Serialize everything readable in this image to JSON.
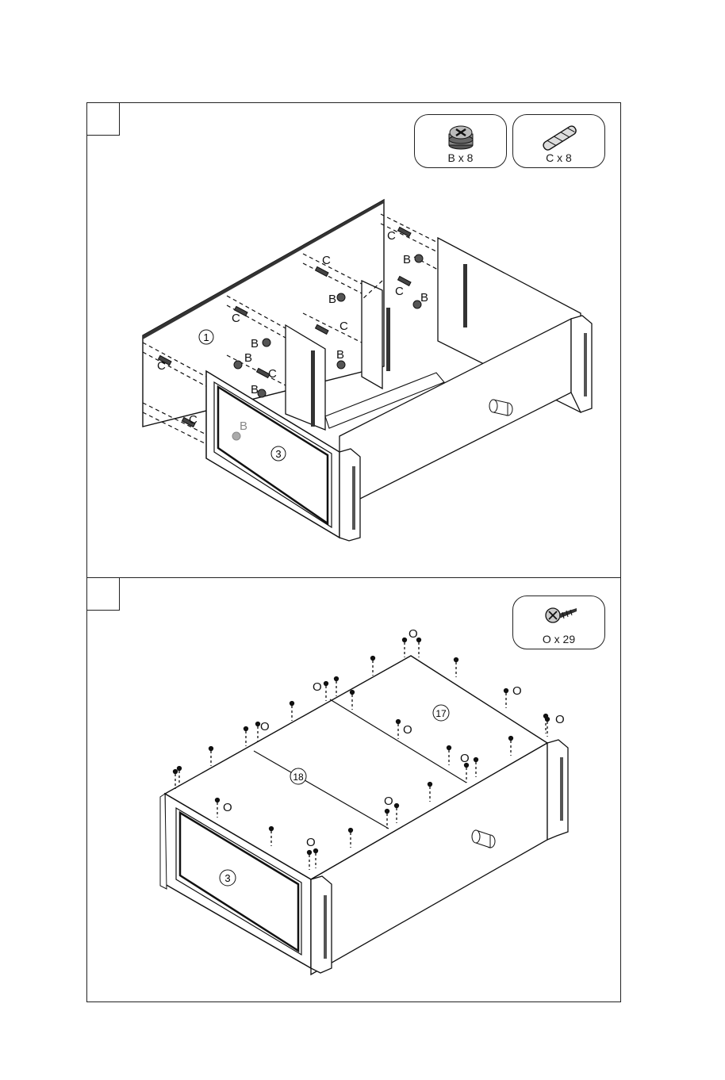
{
  "steps": [
    {
      "hardware": [
        {
          "icon": "cam-lock-icon",
          "quantity_label": "B x 8"
        },
        {
          "icon": "wooden-dowel-icon",
          "quantity_label": "C x 8"
        }
      ],
      "part_labels": {
        "panel_1": "1",
        "panel_3": "3"
      },
      "letters": {
        "cam": "B",
        "dowel": "C"
      }
    },
    {
      "hardware": [
        {
          "icon": "screw-icon",
          "quantity_label": "O x 29"
        }
      ],
      "part_labels": {
        "panel_17": "17",
        "panel_18": "18",
        "panel_3": "3"
      },
      "letters": {
        "screw": "O"
      }
    }
  ]
}
